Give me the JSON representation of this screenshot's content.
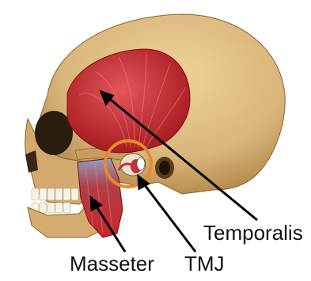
{
  "labels": {
    "temporalis": "Temporalis",
    "masseter": "Masseter",
    "tmj": "TMJ"
  },
  "colors": {
    "bone": "#d9b57a",
    "bone_dark": "#a8793d",
    "muscle": "#c8252a",
    "muscle_light": "#e4555a",
    "tendon": "#8fa0c0",
    "highlight_ring": "#e88a2a",
    "arrow": "#000000"
  }
}
